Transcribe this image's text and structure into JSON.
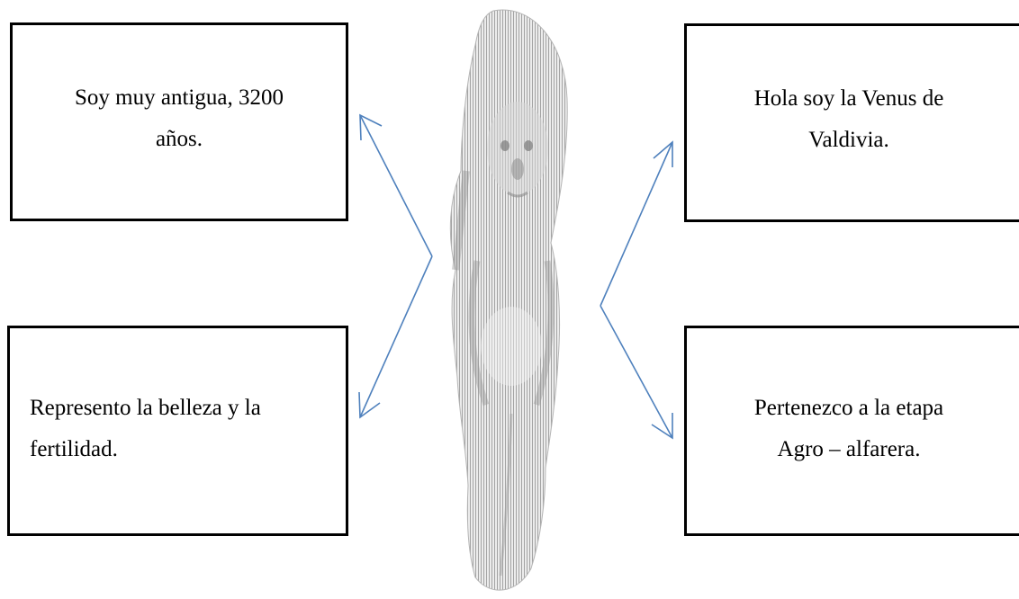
{
  "boxes": {
    "top_left": {
      "line1": "Soy muy antigua, 3200",
      "line2": "años."
    },
    "bottom_left": {
      "line1": "Represento la belleza y la",
      "line2": "fertilidad."
    },
    "top_right": {
      "line1": "Hola soy la Venus de",
      "line2": "Valdivia."
    },
    "bottom_right": {
      "line1": "Pertenezco a la etapa",
      "line2": "Agro – alfarera."
    }
  },
  "colors": {
    "arrow": "#4f81bd",
    "statue_light": "#e6e6e6",
    "statue_dark": "#9a9a9a",
    "border": "#000000"
  },
  "statue": {
    "icon": "venus-de-valdivia-figurine"
  }
}
